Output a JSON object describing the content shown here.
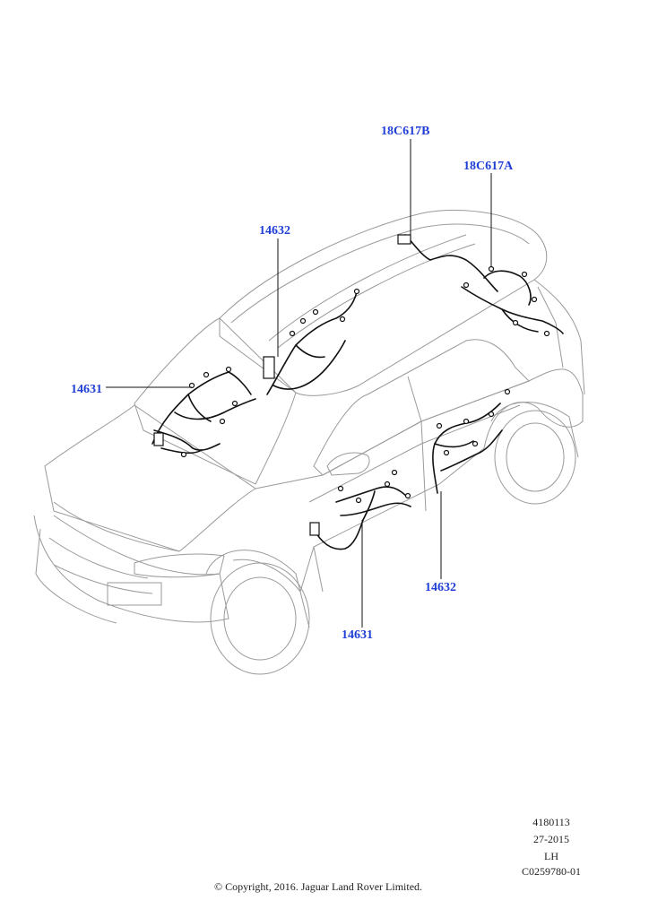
{
  "callouts": {
    "rear_roof_b": "18C617B",
    "rear_roof_a": "18C617A",
    "roof_center": "14632",
    "front_left": "14631",
    "rear_door": "14632",
    "front_door": "14631"
  },
  "meta": {
    "line1": "4180113",
    "line2": "27-2015",
    "line3": "LH",
    "line4": "C0259780-01"
  },
  "copyright": "© Copyright, 2016. Jaguar Land Rover Limited."
}
